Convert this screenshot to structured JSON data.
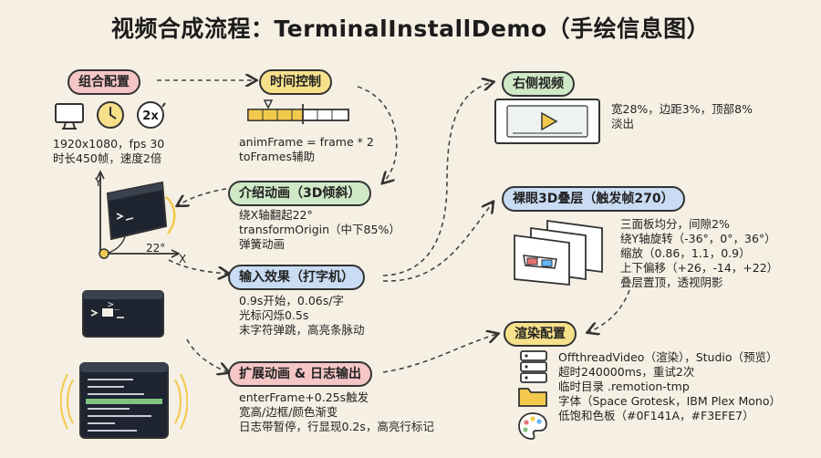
{
  "title": "视频合成流程：TerminalInstallDemo（手绘信息图）",
  "colors": {
    "pink": "#f5c6c6",
    "yellow": "#f7e08a",
    "green": "#cfe8c6",
    "blue": "#c9dcf3",
    "stroke": "#333333",
    "accent_yellow": "#f2c94c",
    "accent_green": "#7fc47f"
  },
  "nodes": {
    "compose": {
      "label": "组合配置",
      "icons": [
        "monitor-icon",
        "clock-icon",
        "speed-2x-icon"
      ],
      "speed_badge": "2x",
      "lines": [
        "1920x1080，fps 30",
        "时长450帧，速度2倍"
      ]
    },
    "timing": {
      "label": "时间控制",
      "lines": [
        "animFrame = frame * 2",
        "toFrames辅助"
      ]
    },
    "intro": {
      "label": "介绍动画（3D倾斜）",
      "axis_x": "X",
      "axis_y": "Y",
      "angle": "22°",
      "lines": [
        "绕X轴翻起22°",
        "transformOrigin（中下85%）",
        "弹簧动画"
      ]
    },
    "typing": {
      "label": "输入效果（打字机）",
      "prompt": ">_",
      "lines": [
        "0.9s开始，0.06s/字",
        "光标闪烁0.5s",
        "末字符弹跳，高亮条脉动"
      ]
    },
    "extend": {
      "label": "扩展动画 & 日志输出",
      "lines": [
        "enterFrame+0.25s触发",
        "宽高/边框/颜色渐变",
        "日志带暂停，行显现0.2s，高亮行标记"
      ]
    },
    "rightvideo": {
      "label": "右侧视频",
      "lines": [
        "宽28%，边距3%，顶部8%",
        "淡出"
      ]
    },
    "stack": {
      "label": "裸眼3D叠层（触发帧270）",
      "lines": [
        "三面板均分，间隙2%",
        "绕Y轴旋转（-36°，0°，36°）",
        "缩放（0.86，1.1，0.9）",
        "上下偏移（+26，-14，+22）",
        "叠层置顶，透视阴影"
      ]
    },
    "render": {
      "label": "渲染配置",
      "icons": [
        "server-icon",
        "folder-icon",
        "palette-icon"
      ],
      "lines": [
        "OffthreadVideo（渲染），Studio（预览）",
        "超时240000ms，重试2次",
        "临时目录 .remotion-tmp",
        "字体（Space Grotesk，IBM Plex Mono）",
        "低饱和色板（#0F141A，#F3EFE7）"
      ]
    }
  }
}
